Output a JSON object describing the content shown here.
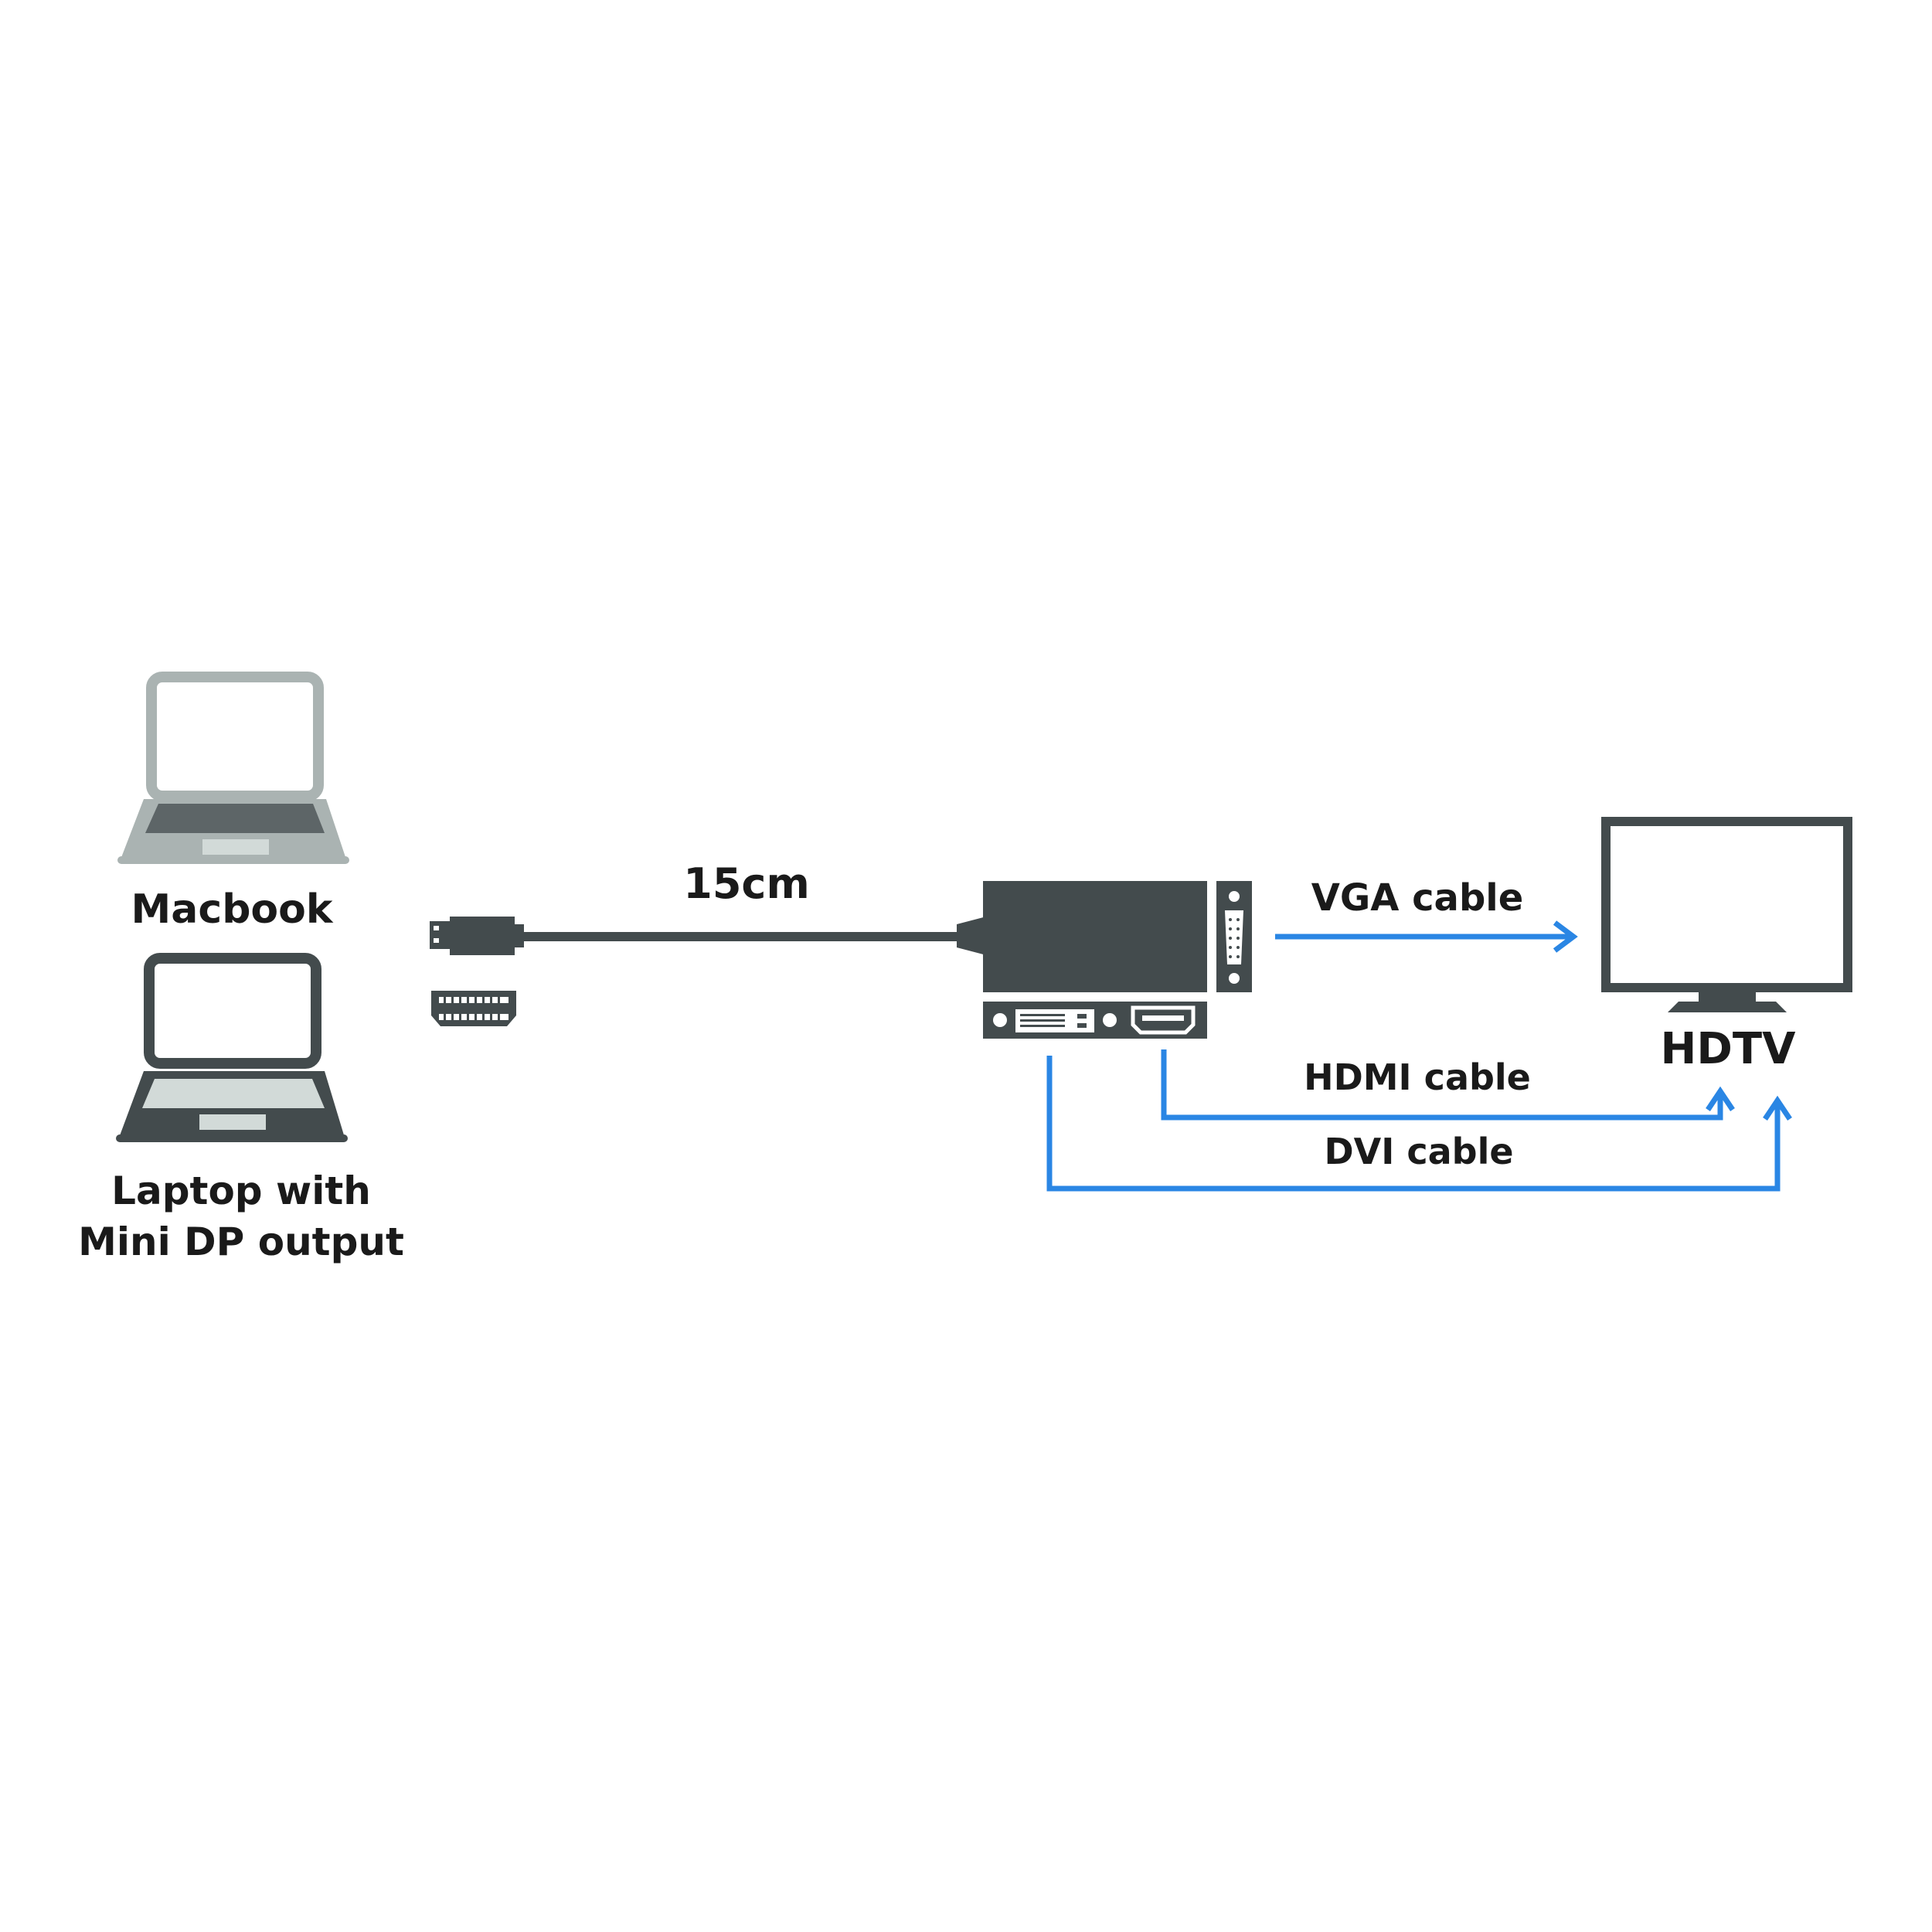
{
  "devices": {
    "macbook_label": "Macbook",
    "laptop_label_line1": "Laptop with",
    "laptop_label_line2": "Mini DP output",
    "tv_label": "HDTV"
  },
  "cable": {
    "length_label": "15cm"
  },
  "connections": {
    "vga_label": "VGA cable",
    "hdmi_label": "HDMI cable",
    "dvi_label": "DVI cable"
  },
  "colors": {
    "device_dark": "#434b4d",
    "device_light": "#aab3b2",
    "screen_light": "#d2dad8",
    "arrow_blue": "#2a86e4",
    "text": "#1a1a1a"
  },
  "icons": {
    "macbook": "laptop-icon",
    "laptop": "laptop-icon",
    "plug": "mini-displayport-plug-icon",
    "port": "mini-displayport-port-icon",
    "adapter": "adapter-icon",
    "tv": "tv-icon"
  }
}
